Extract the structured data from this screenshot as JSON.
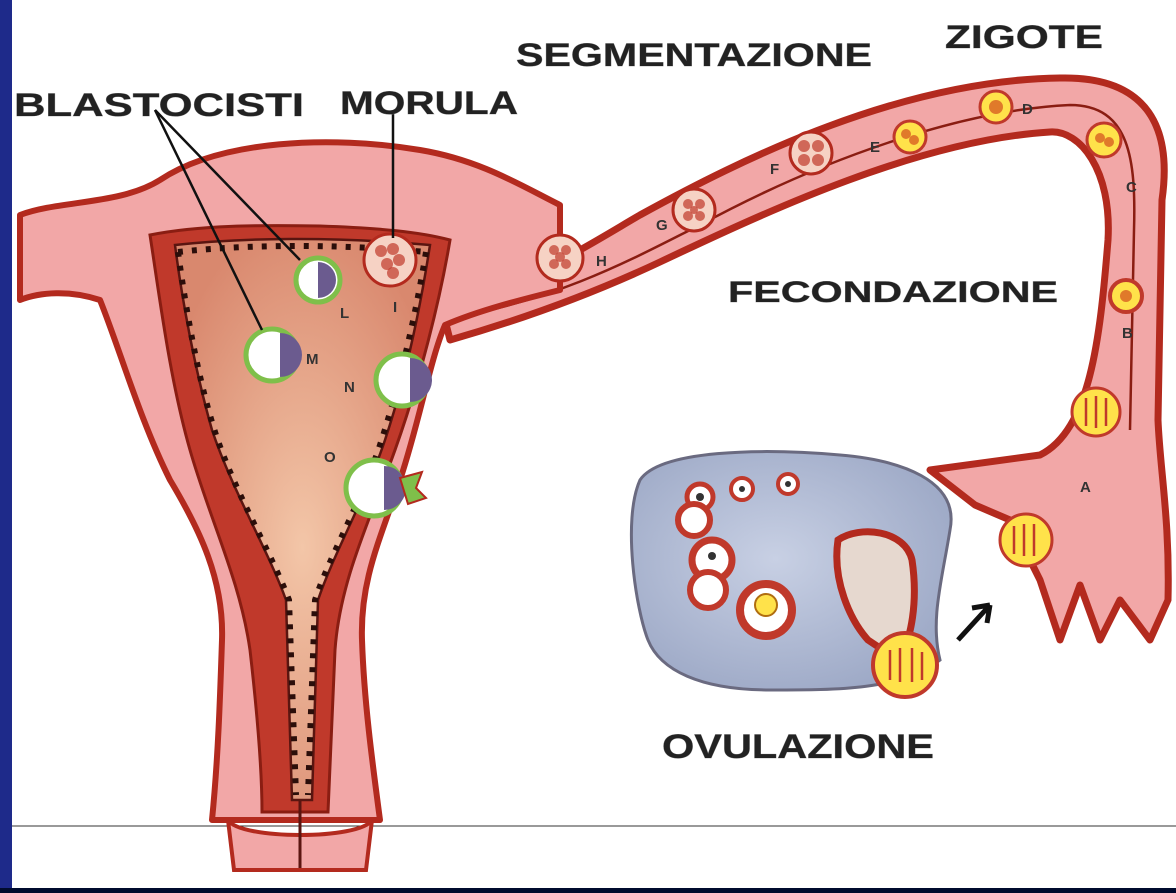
{
  "labels": {
    "blastocisti": "BLASTOCISTI",
    "morula": "MORULA",
    "segmentazione": "SEGMENTAZIONE",
    "zigote": "ZIGOTE",
    "fecondazione": "FECONDAZIONE",
    "ovulazione": "OVULAZIONE"
  },
  "stage_letters": {
    "A": "A",
    "B": "B",
    "C": "C",
    "D": "D",
    "E": "E",
    "F": "F",
    "G": "G",
    "H": "H",
    "I": "I",
    "L": "L",
    "M": "M",
    "N": "N",
    "O": "O"
  },
  "colors": {
    "background_dark": "#000b2e",
    "background_blue_edge": "#1e2a8a",
    "panel": "#ffffff",
    "tissue_pink": "#f2a7a7",
    "tissue_red": "#b32a1e",
    "cavity": "#eeb098",
    "ovary": "#b9c2d8",
    "cell_yellow": "#ffe24a",
    "cell_green": "#7fbf4a"
  }
}
